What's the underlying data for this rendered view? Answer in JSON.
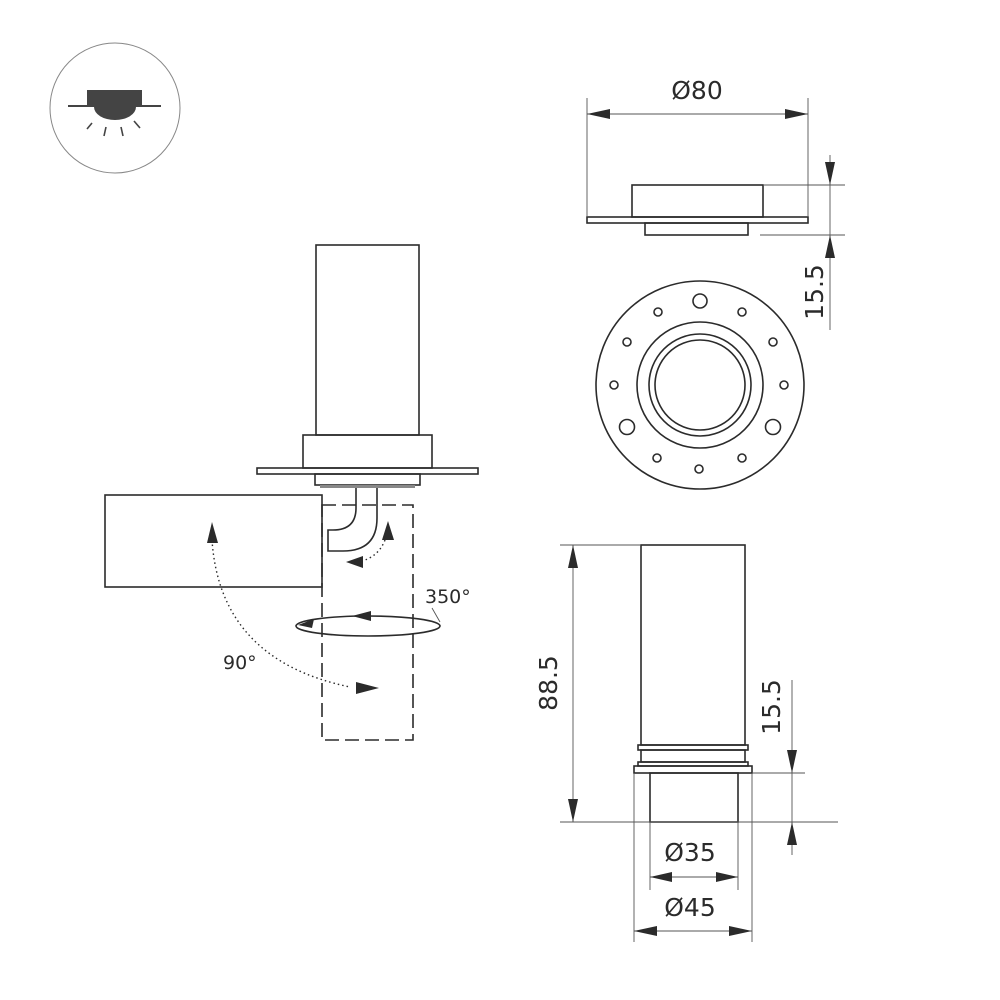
{
  "icon": {
    "name": "recessed-ceiling-light-icon"
  },
  "dimensions": {
    "top_diameter": "Ø80",
    "top_height": "15.5",
    "total_height": "88.5",
    "recess_height": "15.5",
    "inner_diameter": "Ø35",
    "outer_diameter": "Ø45"
  },
  "rotation": {
    "swivel_angle": "350°",
    "tilt_angle": "90°"
  }
}
